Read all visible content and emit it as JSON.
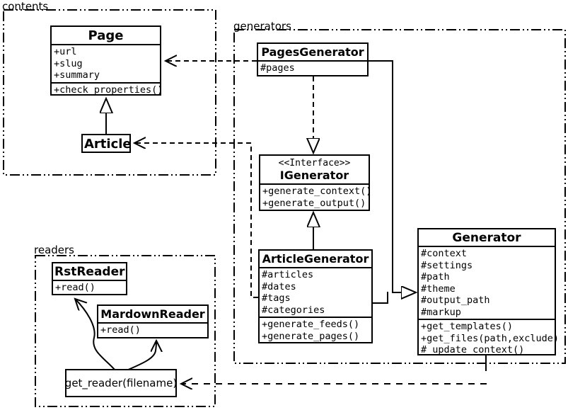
{
  "diagram_type": "uml-class-diagram",
  "packages": {
    "contents": {
      "label": "contents"
    },
    "generators": {
      "label": "generators"
    },
    "readers": {
      "label": "readers"
    }
  },
  "classes": {
    "page": {
      "title": "Page",
      "attrs": [
        "+url",
        "+slug",
        "+summary"
      ],
      "methods": [
        "+check_properties()"
      ]
    },
    "article": {
      "title": "Article"
    },
    "pages_generator": {
      "title": "PagesGenerator",
      "attrs": [
        "#pages"
      ]
    },
    "igenerator": {
      "stereotype": "<<Interface>>",
      "title": "IGenerator",
      "methods": [
        "+generate_context()",
        "+generate_output()"
      ]
    },
    "article_generator": {
      "title": "ArticleGenerator",
      "attrs": [
        "#articles",
        "#dates",
        "#tags",
        "#categories"
      ],
      "methods": [
        "+generate_feeds()",
        "+generate_pages()"
      ]
    },
    "generator": {
      "title": "Generator",
      "attrs": [
        "#context",
        "#settings",
        "#path",
        "#theme",
        "#output_path",
        "#markup"
      ],
      "methods": [
        "+get_templates()",
        "+get_files(path,exclude)",
        "#_update_context()"
      ]
    },
    "rst_reader": {
      "title": "RstReader",
      "methods": [
        "+read()"
      ]
    },
    "mardown_reader": {
      "title": "MardownReader",
      "methods": [
        "+read()"
      ]
    },
    "get_reader": {
      "label": "get_reader(filename)"
    }
  },
  "relations": [
    "Article --|> Page (generalization)",
    "PagesGenerator ..> Page (dependency)",
    "ArticleGenerator ..> Article (dependency)",
    "PagesGenerator ..|> IGenerator (realization)",
    "ArticleGenerator ..|> IGenerator (realization)",
    "PagesGenerator --|> Generator (generalization)",
    "ArticleGenerator --|> Generator (generalization)",
    "Generator ..> get_reader(filename) (dependency)",
    "get_reader -> RstReader (curved arrow)",
    "get_reader -> MardownReader (curved arrow)"
  ],
  "colors": {
    "line": "#000000",
    "background": "#ffffff",
    "box_fill": "#ffffff"
  }
}
